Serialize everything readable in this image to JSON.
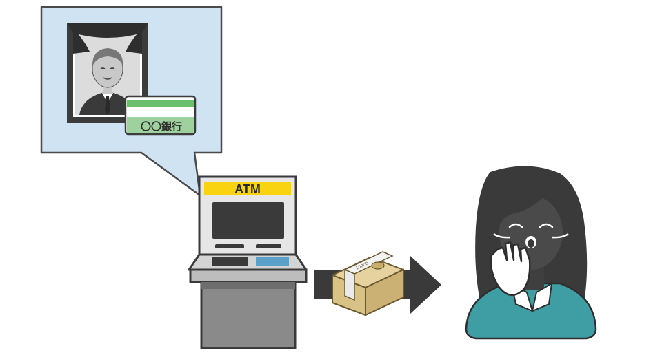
{
  "atm": {
    "label": "ATM"
  },
  "bank_card": {
    "label": "〇〇銀行"
  },
  "cash_stack": {
    "band_label": "10000"
  },
  "colors": {
    "bubble_fill": "#cfe3f3",
    "atm_header": "#f9d30f",
    "card_stripe": "#6cbf6c",
    "cash": "#e6d29e",
    "arrow": "#3a3a3a",
    "shirt": "#3f9ea3",
    "dark_gray": "#3a3a3a"
  },
  "icons": [
    "memorial-portrait-icon",
    "bank-card-icon",
    "atm-machine-icon",
    "cash-stack-icon",
    "right-arrow-icon",
    "laughing-woman-icon"
  ]
}
